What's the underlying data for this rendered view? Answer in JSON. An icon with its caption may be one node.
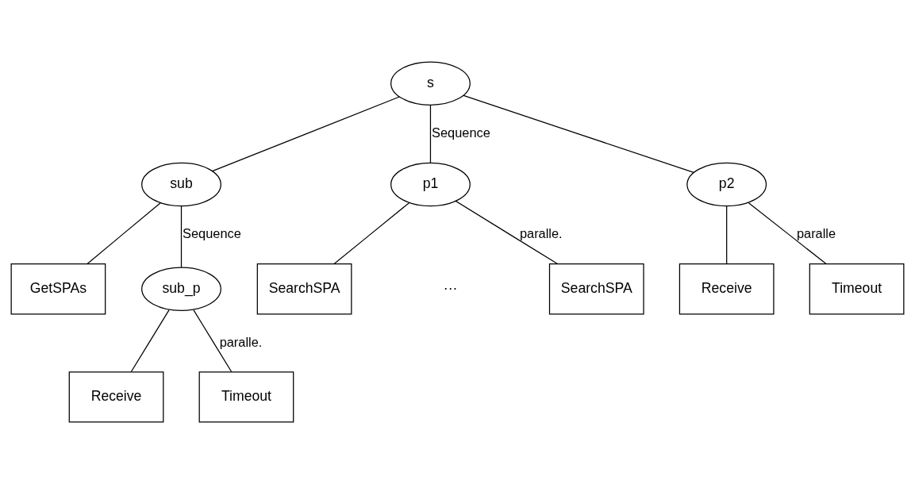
{
  "diagram": {
    "nodes": [
      {
        "text": [
          "s"
        ]
      },
      {
        "text": [
          "sub"
        ]
      },
      {
        "text": [
          "p1"
        ]
      },
      {
        "text": [
          "p2"
        ]
      },
      {
        "text": [
          "GetSPAs"
        ]
      },
      {
        "text": [
          "sub_p"
        ]
      },
      {
        "text": [
          "SearchSPA"
        ]
      },
      {
        "text": [
          "SearchSPA"
        ]
      },
      {
        "text": [
          "Receive"
        ]
      },
      {
        "text": [
          "Timeout"
        ]
      },
      {
        "text": [
          "Receive"
        ]
      },
      {
        "text": [
          "Timeout"
        ]
      }
    ],
    "edges": [
      {
        "from": 0,
        "to": 1,
        "arrow": "none"
      },
      {
        "from": 0,
        "to": 2,
        "arrow": "none",
        "label": "Sequence"
      },
      {
        "from": 0,
        "to": 3,
        "arrow": "none"
      },
      {
        "from": 1,
        "to": 4,
        "arrow": "none"
      },
      {
        "from": 1,
        "to": 5,
        "arrow": "none",
        "label": "Sequence"
      },
      {
        "from": 2,
        "to": 6,
        "arrow": "none"
      },
      {
        "from": 2,
        "to": 7,
        "arrow": "none",
        "label": "paralle."
      },
      {
        "from": 3,
        "to": 8,
        "arrow": "none"
      },
      {
        "from": 3,
        "to": 9,
        "arrow": "none",
        "label": "paralle"
      },
      {
        "from": 5,
        "to": 10,
        "arrow": "none"
      },
      {
        "from": 5,
        "to": 11,
        "arrow": "none",
        "label": "paralle."
      }
    ],
    "labels": [
      "···"
    ]
  }
}
